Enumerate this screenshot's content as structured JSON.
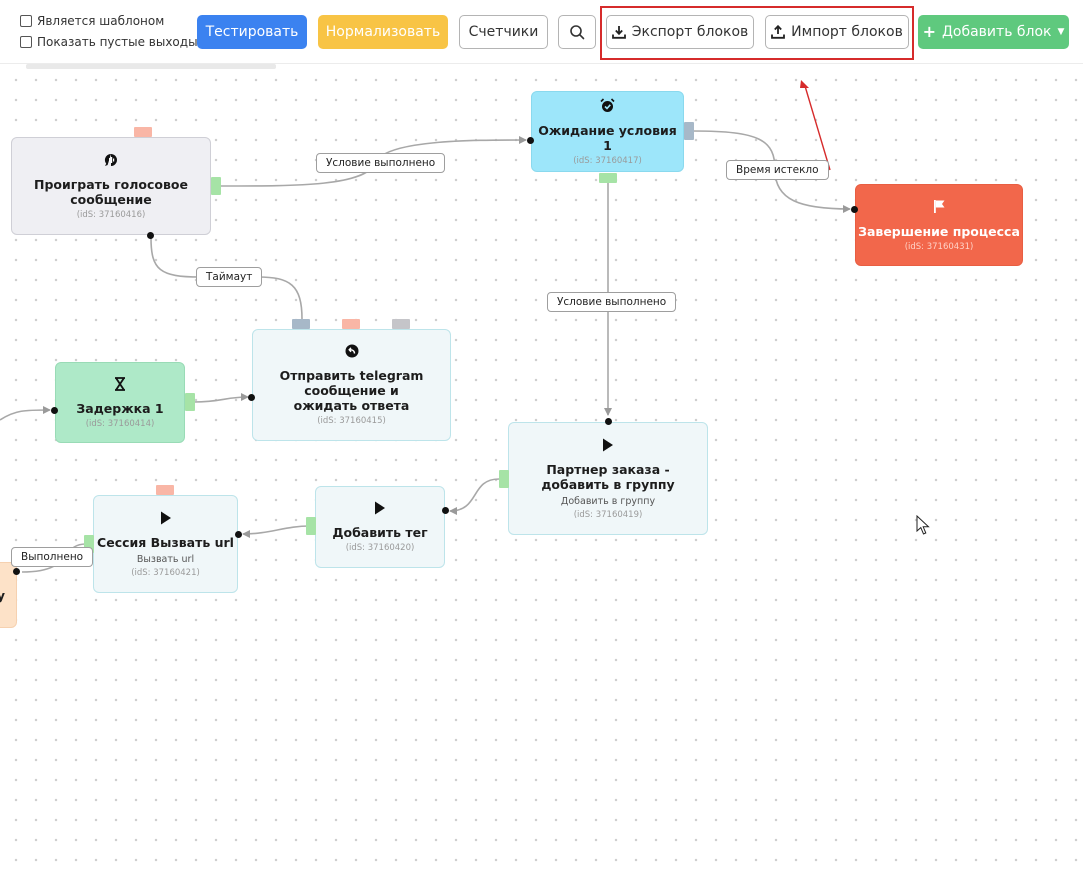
{
  "toolbar": {
    "checkbox_template": "Является шаблоном",
    "checkbox_show_empty": "Показать пустые выходы",
    "test_label": "Тестировать",
    "normalize_label": "Нормализовать",
    "counters_label": "Счетчики",
    "export_label": "Экспорт блоков",
    "import_label": "Импорт блоков",
    "add_block_label": "Добавить блок"
  },
  "nodes": {
    "voice": {
      "title": "Проиграть голосовое сообщение",
      "ids": "(idS: 37160416)"
    },
    "wait": {
      "title": "Ожидание условия 1",
      "ids": "(idS: 37160417)"
    },
    "finish": {
      "title": "Завершение процесса",
      "ids": "(idS: 37160431)"
    },
    "delay": {
      "title": "Задержка 1",
      "ids": "(idS: 37160414)"
    },
    "telegram": {
      "title": "Отправить telegram сообщение и ожидать ответа",
      "ids": "(idS: 37160415)"
    },
    "partner": {
      "title": "Партнер заказа - добавить в группу",
      "sub": "Добавить в группу",
      "ids": "(idS: 37160419)"
    },
    "tag": {
      "title": "Добавить тег",
      "ids": "(idS: 37160420)"
    },
    "session": {
      "title": "Сессия Вызвать url",
      "sub": "Вызвать url",
      "ids": "(idS: 37160421)"
    },
    "partial": {
      "title": "у"
    }
  },
  "edges": {
    "condition_met_1": "Условие выполнено",
    "time_expired": "Время истекло",
    "timeout": "Таймаут",
    "condition_met_2": "Условие выполнено",
    "done": "Выполнено"
  },
  "colors": {
    "test": "#3b82f0",
    "normalize": "#f8c445",
    "add_block": "#5fc97e",
    "highlight": "#d62b2b"
  }
}
